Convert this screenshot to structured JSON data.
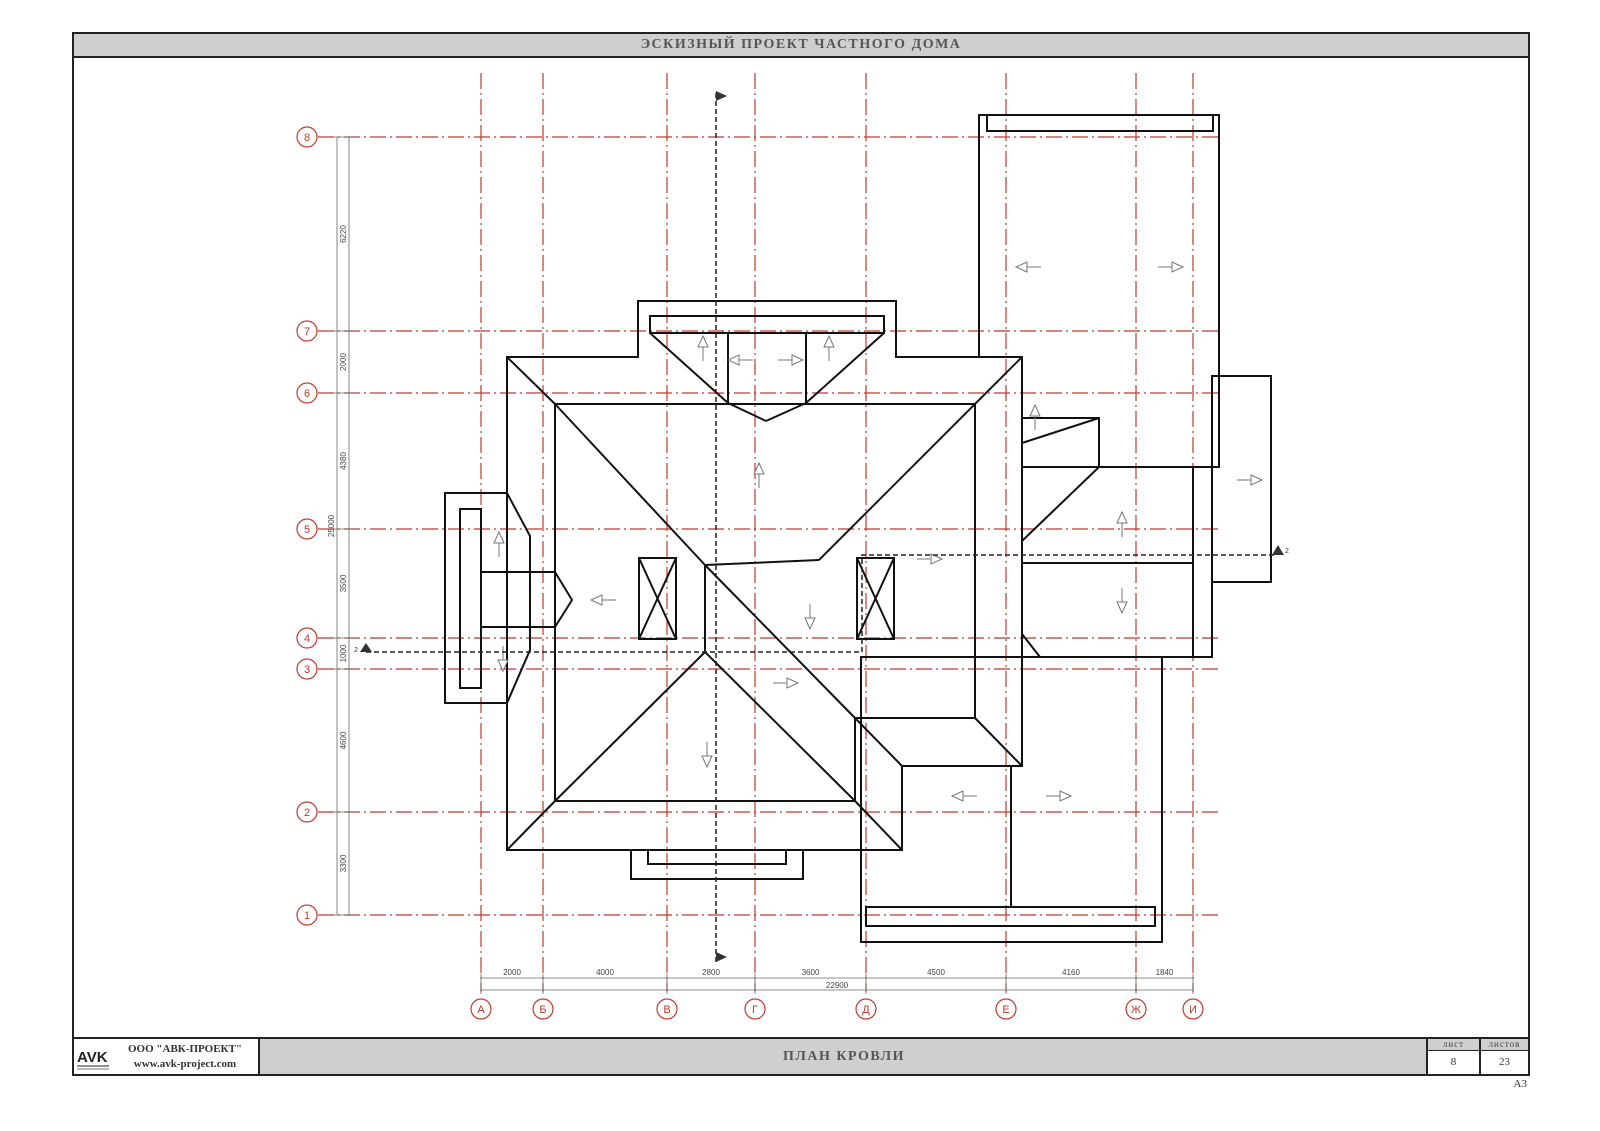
{
  "header": {
    "title": "ЭСКИЗНЫЙ ПРОЕКТ ЧАСТНОГО ДОМА"
  },
  "stamp": {
    "logo_text": "AVK",
    "company_name": "ООО \"АВК-ПРОЕКТ\"",
    "company_site": "www.avk-project.com",
    "sheet_title": "ПЛАН КРОВЛИ",
    "sheet_label": "лист",
    "sheet_number": "8",
    "sheets_label": "листов",
    "sheets_total": "23",
    "format": "А3"
  },
  "plan": {
    "rows": [
      "1",
      "2",
      "3",
      "4",
      "5",
      "6",
      "7",
      "8"
    ],
    "row_dims": [
      "3300",
      "4600",
      "1000",
      "3500",
      "4380",
      "2000",
      "6220"
    ],
    "row_total": "25000",
    "columns": [
      "А",
      "Б",
      "В",
      "Г",
      "Д",
      "Е",
      "Ж",
      "И"
    ],
    "col_dims": [
      "2000",
      "4000",
      "2800",
      "3600",
      "4500",
      "4160",
      "1840"
    ],
    "col_total": "22900",
    "section_mark": "2",
    "colors": {
      "axis": "#c0392b",
      "outline": "#111111",
      "dim": "#666666",
      "arrow": "#777777"
    }
  }
}
